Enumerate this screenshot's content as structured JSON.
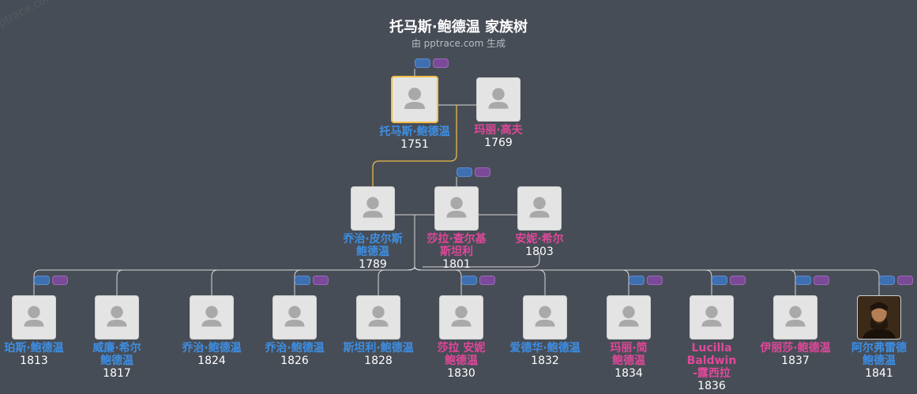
{
  "header": {
    "title": "托马斯·鲍德温 家族树",
    "subtitle": "由 pptrace.com 生成",
    "watermark": "pptrace.com"
  },
  "colors": {
    "background": "#474d56",
    "male": "#3d8fe6",
    "female": "#e0489a",
    "selected_border": "#f2c04a",
    "line": "#d7d7d7",
    "descent_line": "#e8b84a"
  },
  "gen1": [
    {
      "name": "托马斯·鲍德温",
      "year": "1751",
      "gender": "male",
      "selected": true
    },
    {
      "name": "玛丽·高夫",
      "year": "1769",
      "gender": "female"
    }
  ],
  "gen2": [
    {
      "name_lines": [
        "乔治·皮尔斯",
        "鲍德温"
      ],
      "year": "1789",
      "gender": "male"
    },
    {
      "name_lines": [
        "莎拉·查尔基",
        "斯坦利"
      ],
      "year": "1801",
      "gender": "female"
    },
    {
      "name_lines": [
        "安妮·希尔"
      ],
      "year": "1803",
      "gender": "female"
    }
  ],
  "gen3": [
    {
      "name_lines": [
        "珀斯·鲍德温"
      ],
      "year": "1813",
      "gender": "male",
      "avatar": "silhouette"
    },
    {
      "name_lines": [
        "威廉·希尔",
        "鲍德温"
      ],
      "year": "1817",
      "gender": "male",
      "avatar": "silhouette"
    },
    {
      "name_lines": [
        "乔治·鲍德温"
      ],
      "year": "1824",
      "gender": "male",
      "avatar": "silhouette"
    },
    {
      "name_lines": [
        "乔治·鲍德温"
      ],
      "year": "1826",
      "gender": "male",
      "avatar": "silhouette"
    },
    {
      "name_lines": [
        "斯坦利·鲍德温"
      ],
      "year": "1828",
      "gender": "male",
      "avatar": "silhouette"
    },
    {
      "name_lines": [
        "莎拉 安妮",
        "鲍德温"
      ],
      "year": "1830",
      "gender": "female",
      "avatar": "silhouette"
    },
    {
      "name_lines": [
        "爱德华·鲍德温"
      ],
      "year": "1832",
      "gender": "male",
      "avatar": "silhouette"
    },
    {
      "name_lines": [
        "玛丽·简",
        "鲍德温"
      ],
      "year": "1834",
      "gender": "female",
      "avatar": "silhouette"
    },
    {
      "name_lines": [
        "Lucilla",
        "Baldwin",
        "-露西拉"
      ],
      "year": "1836",
      "gender": "female",
      "avatar": "silhouette"
    },
    {
      "name_lines": [
        "伊丽莎·鲍德温"
      ],
      "year": "1837",
      "gender": "female",
      "avatar": "silhouette"
    },
    {
      "name_lines": [
        "阿尔弗雷德",
        "鲍德温"
      ],
      "year": "1841",
      "gender": "male",
      "avatar": "photo-portrait"
    }
  ]
}
